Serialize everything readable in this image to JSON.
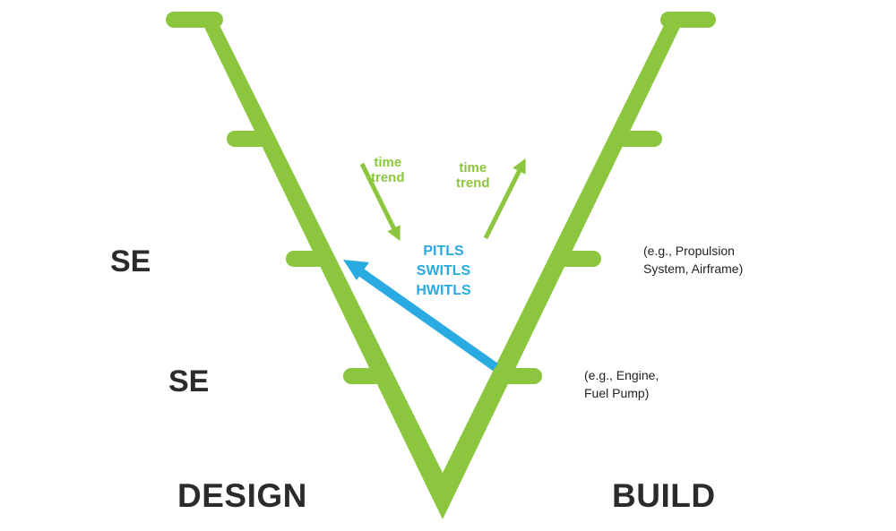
{
  "colors": {
    "v_green": "#8cc63f",
    "arrow_blue": "#29aae1",
    "text_dark": "#2b2b2b"
  },
  "left_labels": {
    "se_upper": "SE",
    "se_lower": "SE"
  },
  "right_notes": {
    "upper": [
      "(e.g., Propulsion",
      "System, Airframe)"
    ],
    "lower": [
      "(e.g., Engine,",
      "Fuel Pump)"
    ]
  },
  "time_trend_down": [
    "time",
    "trend"
  ],
  "time_trend_up": [
    "time",
    "trend"
  ],
  "test_types": [
    "PITLS",
    "SWITLS",
    "HWITLS"
  ],
  "bottom": {
    "left": "DESIGN",
    "right": "BUILD"
  }
}
